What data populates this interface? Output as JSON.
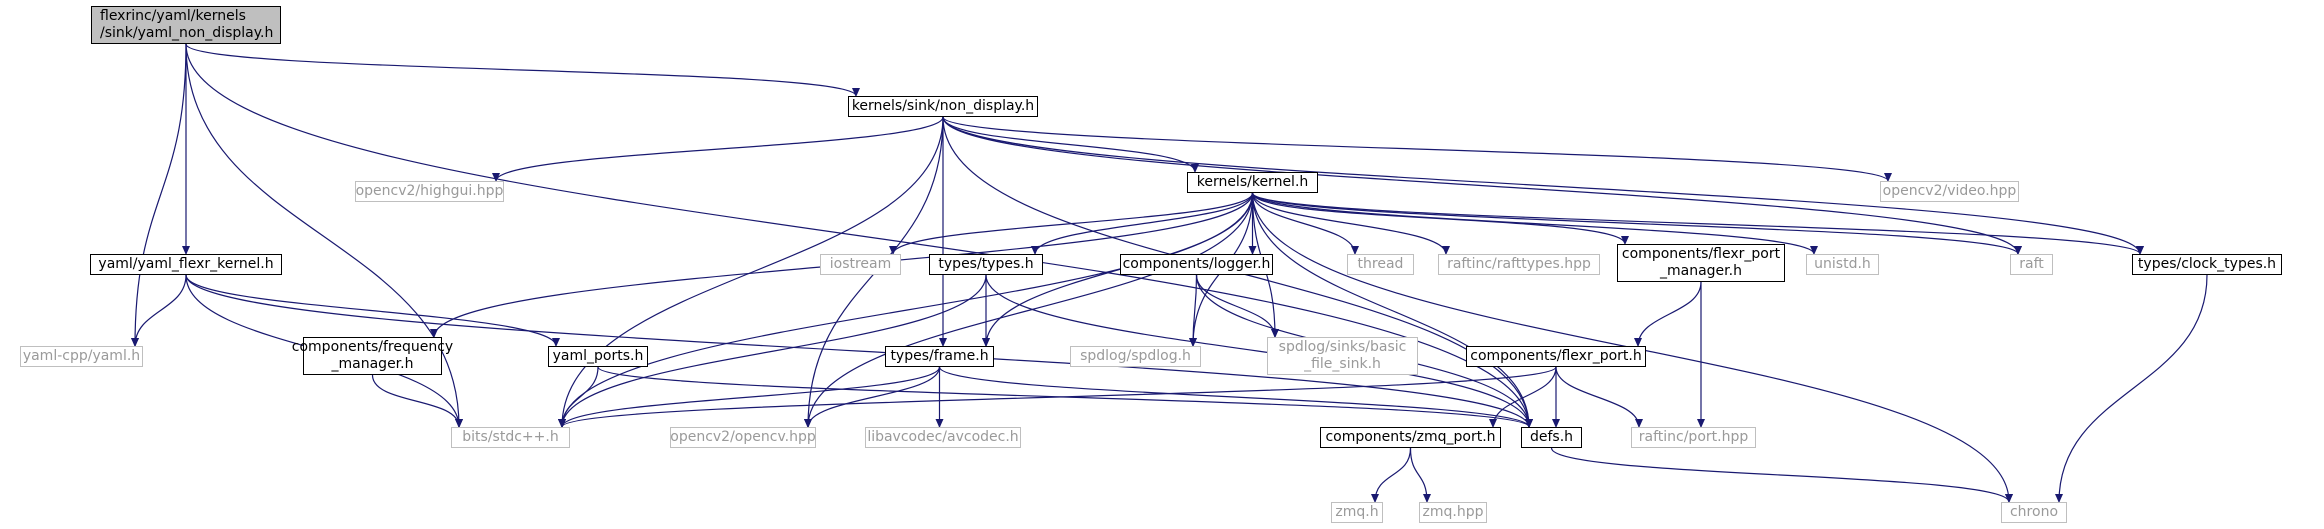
{
  "diagram": {
    "kind": "include dependency graph",
    "edge_color": "#191970",
    "nodes": [
      {
        "id": "root",
        "label": "flexrinc/yaml/kernels\n/sink/yaml_non_display.h",
        "style": "root"
      },
      {
        "id": "non_display",
        "label": "kernels/sink/non_display.h",
        "style": "int"
      },
      {
        "id": "yaml_flexr_kernel",
        "label": "yaml/yaml_flexr_kernel.h",
        "style": "int"
      },
      {
        "id": "kernel",
        "label": "kernels/kernel.h",
        "style": "int"
      },
      {
        "id": "highgui",
        "label": "opencv2/highgui.hpp",
        "style": "ext"
      },
      {
        "id": "video",
        "label": "opencv2/video.hpp",
        "style": "ext"
      },
      {
        "id": "raft",
        "label": "raft",
        "style": "ext"
      },
      {
        "id": "clock_types",
        "label": "types/clock_types.h",
        "style": "int"
      },
      {
        "id": "iostream",
        "label": "iostream",
        "style": "ext"
      },
      {
        "id": "types",
        "label": "types/types.h",
        "style": "int"
      },
      {
        "id": "logger",
        "label": "components/logger.h",
        "style": "int"
      },
      {
        "id": "thread",
        "label": "thread",
        "style": "ext"
      },
      {
        "id": "rafttypes",
        "label": "raftinc/rafttypes.hpp",
        "style": "ext"
      },
      {
        "id": "flexr_port_manager",
        "label": "components/flexr_port\n_manager.h",
        "style": "int"
      },
      {
        "id": "unistd",
        "label": "unistd.h",
        "style": "ext"
      },
      {
        "id": "yaml_cpp",
        "label": "yaml-cpp/yaml.h",
        "style": "ext"
      },
      {
        "id": "frequency_manager",
        "label": "components/frequency\n_manager.h",
        "style": "int"
      },
      {
        "id": "yaml_ports",
        "label": "yaml_ports.h",
        "style": "int"
      },
      {
        "id": "frame",
        "label": "types/frame.h",
        "style": "int"
      },
      {
        "id": "spdlog",
        "label": "spdlog/spdlog.h",
        "style": "ext"
      },
      {
        "id": "basic_file_sink",
        "label": "spdlog/sinks/basic\n_file_sink.h",
        "style": "ext"
      },
      {
        "id": "flexr_port",
        "label": "components/flexr_port.h",
        "style": "int"
      },
      {
        "id": "stdcpp",
        "label": "bits/stdc++.h",
        "style": "ext"
      },
      {
        "id": "opencv",
        "label": "opencv2/opencv.hpp",
        "style": "ext"
      },
      {
        "id": "avcodec",
        "label": "libavcodec/avcodec.h",
        "style": "ext"
      },
      {
        "id": "defs",
        "label": "defs.h",
        "style": "int"
      },
      {
        "id": "port_hpp",
        "label": "raftinc/port.hpp",
        "style": "ext"
      },
      {
        "id": "zmq_port",
        "label": "components/zmq_port.h",
        "style": "int"
      },
      {
        "id": "zmq_h",
        "label": "zmq.h",
        "style": "ext"
      },
      {
        "id": "zmq_hpp",
        "label": "zmq.hpp",
        "style": "ext"
      },
      {
        "id": "chrono",
        "label": "chrono",
        "style": "ext"
      }
    ],
    "edges": [
      [
        "root",
        "non_display"
      ],
      [
        "root",
        "yaml_flexr_kernel"
      ],
      [
        "root",
        "yaml_cpp"
      ],
      [
        "root",
        "stdcpp"
      ],
      [
        "root",
        "defs"
      ],
      [
        "non_display",
        "kernel"
      ],
      [
        "non_display",
        "highgui"
      ],
      [
        "non_display",
        "video"
      ],
      [
        "non_display",
        "raft"
      ],
      [
        "non_display",
        "clock_types"
      ],
      [
        "non_display",
        "stdcpp"
      ],
      [
        "non_display",
        "opencv"
      ],
      [
        "non_display",
        "frame"
      ],
      [
        "non_display",
        "defs"
      ],
      [
        "yaml_flexr_kernel",
        "yaml_cpp"
      ],
      [
        "yaml_flexr_kernel",
        "stdcpp"
      ],
      [
        "yaml_flexr_kernel",
        "yaml_ports"
      ],
      [
        "yaml_flexr_kernel",
        "defs"
      ],
      [
        "kernel",
        "iostream"
      ],
      [
        "kernel",
        "types"
      ],
      [
        "kernel",
        "logger"
      ],
      [
        "kernel",
        "thread"
      ],
      [
        "kernel",
        "rafttypes"
      ],
      [
        "kernel",
        "flexr_port_manager"
      ],
      [
        "kernel",
        "unistd"
      ],
      [
        "kernel",
        "raft"
      ],
      [
        "kernel",
        "clock_types"
      ],
      [
        "kernel",
        "chrono"
      ],
      [
        "kernel",
        "defs"
      ],
      [
        "kernel",
        "frequency_manager"
      ],
      [
        "kernel",
        "stdcpp"
      ],
      [
        "kernel",
        "opencv"
      ],
      [
        "kernel",
        "frame"
      ],
      [
        "kernel",
        "spdlog"
      ],
      [
        "kernel",
        "basic_file_sink"
      ],
      [
        "types",
        "frame"
      ],
      [
        "types",
        "stdcpp"
      ],
      [
        "types",
        "defs"
      ],
      [
        "logger",
        "spdlog"
      ],
      [
        "logger",
        "basic_file_sink"
      ],
      [
        "logger",
        "defs"
      ],
      [
        "flexr_port_manager",
        "flexr_port"
      ],
      [
        "flexr_port_manager",
        "port_hpp"
      ],
      [
        "clock_types",
        "chrono"
      ],
      [
        "frequency_manager",
        "stdcpp"
      ],
      [
        "yaml_ports",
        "stdcpp"
      ],
      [
        "yaml_ports",
        "defs"
      ],
      [
        "frame",
        "stdcpp"
      ],
      [
        "frame",
        "opencv"
      ],
      [
        "frame",
        "avcodec"
      ],
      [
        "frame",
        "defs"
      ],
      [
        "flexr_port",
        "stdcpp"
      ],
      [
        "flexr_port",
        "defs"
      ],
      [
        "flexr_port",
        "port_hpp"
      ],
      [
        "flexr_port",
        "zmq_port"
      ],
      [
        "zmq_port",
        "zmq_h"
      ],
      [
        "zmq_port",
        "zmq_hpp"
      ],
      [
        "defs",
        "chrono"
      ]
    ]
  }
}
